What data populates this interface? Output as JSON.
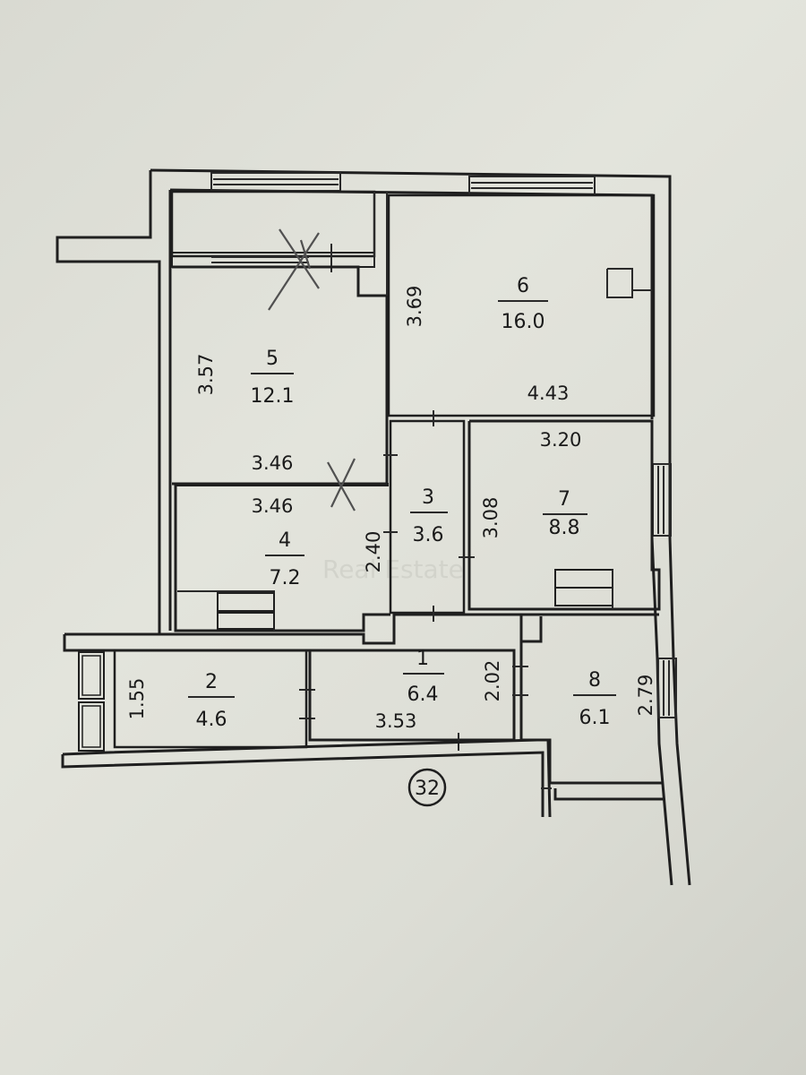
{
  "rooms": [
    {
      "id": "1",
      "number": "1",
      "area": "6.4"
    },
    {
      "id": "2",
      "number": "2",
      "area": "4.6"
    },
    {
      "id": "3",
      "number": "3",
      "area": "3.6"
    },
    {
      "id": "4",
      "number": "4",
      "area": "7.2"
    },
    {
      "id": "5",
      "number": "5",
      "area": "12.1"
    },
    {
      "id": "6",
      "number": "6",
      "area": "16.0"
    },
    {
      "id": "7",
      "number": "7",
      "area": "8.8"
    },
    {
      "id": "8",
      "number": "8",
      "area": "6.1"
    }
  ],
  "dimensions": {
    "room5_height": "3.57",
    "room5_width": "3.46",
    "room4_width": "3.46",
    "room4_height": "2.40",
    "room6_height": "3.69",
    "room6_width": "4.43",
    "room3_height": "3.08",
    "room7_width": "3.20",
    "room2_height": "1.55",
    "room1_height": "2.02",
    "room1_width": "3.53",
    "room8_height": "2.79"
  },
  "apartment_number": "32",
  "watermark": "Real Estate"
}
